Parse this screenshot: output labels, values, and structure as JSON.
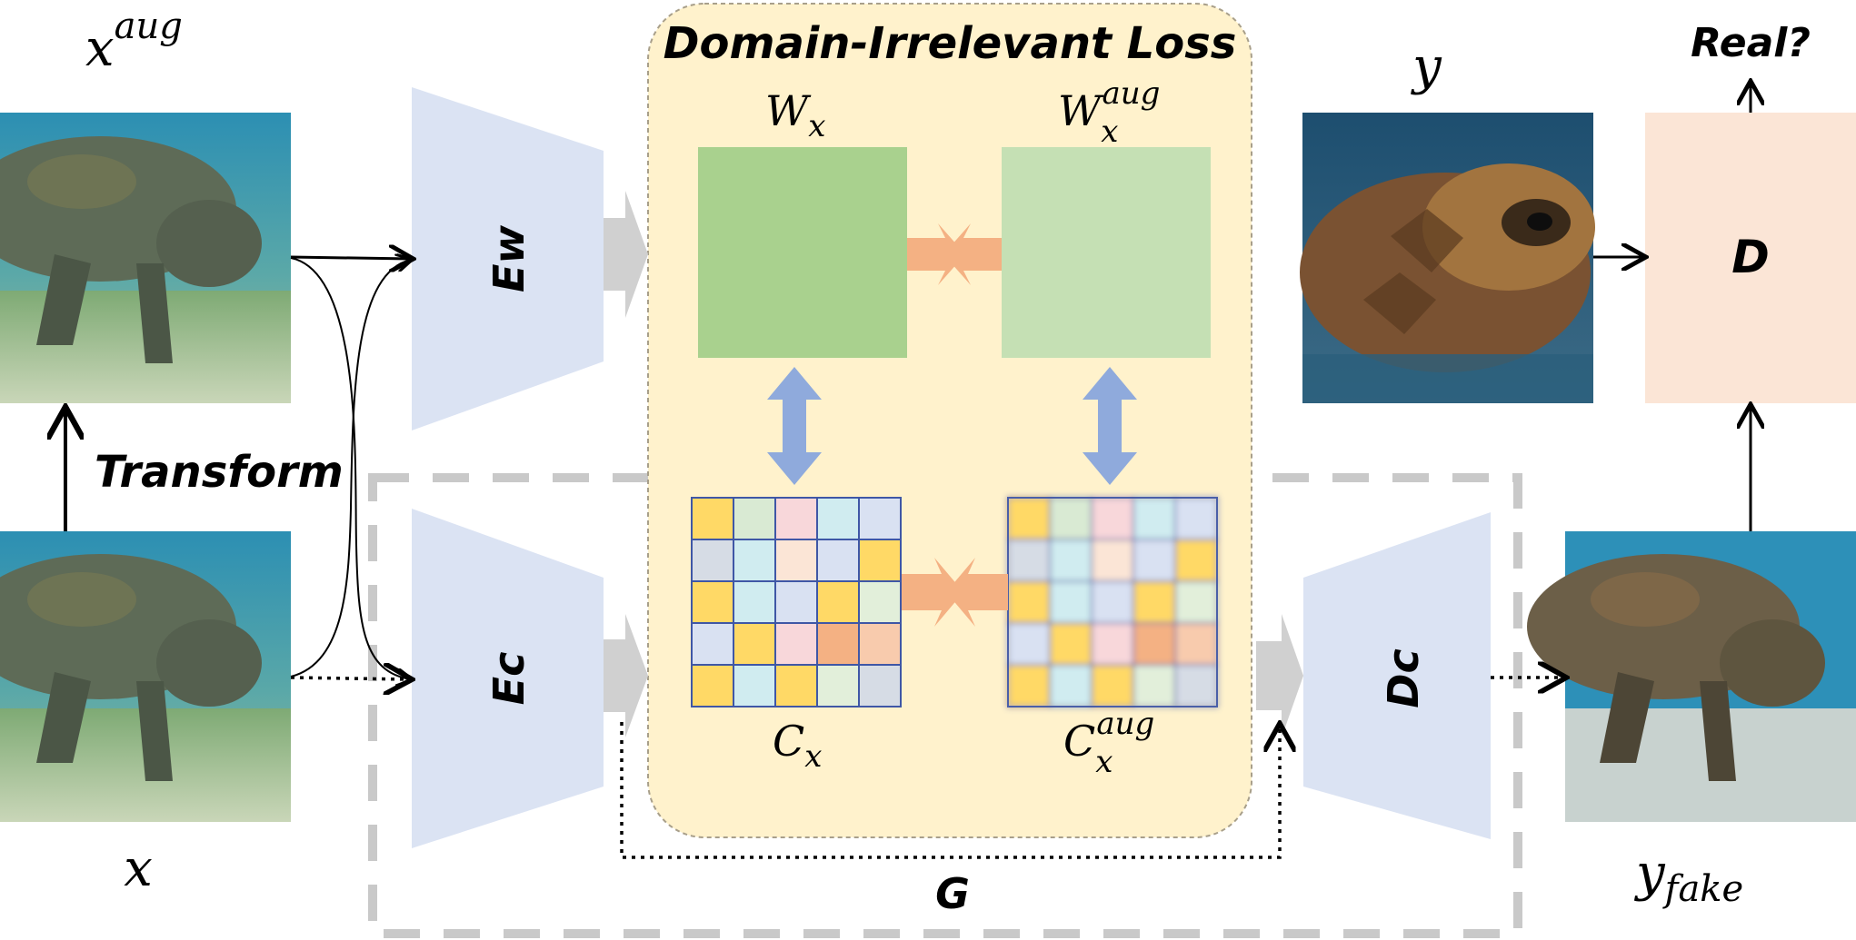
{
  "title": "Domain-Irrelevant Loss",
  "labels": {
    "x_aug": "x",
    "x_aug_sup": "aug",
    "x": "x",
    "transform": "Transform",
    "encoder_w": "Ew",
    "encoder_c": "Ec",
    "decoder_c": "Dc",
    "w_x": "W",
    "w_x_sub": "x",
    "w_x_aug": "W",
    "w_x_aug_sub": "x",
    "w_x_aug_sup": "aug",
    "c_x": "C",
    "c_x_sub": "x",
    "c_x_aug": "C",
    "c_x_aug_sub": "x",
    "c_x_aug_sup": "aug",
    "y": "y",
    "y_fake": "y",
    "y_fake_sub": "fake",
    "discriminator": "D",
    "real_question": "Real?",
    "generator": "G"
  },
  "colors": {
    "encoder_fill": "#dbe3f3",
    "loss_box_fill": "#fff2cc",
    "loss_box_border": "#b0a58a",
    "w_x_fill": "#a9d18e",
    "w_x_aug_fill": "#c5e0b4",
    "blue_arrow": "#8faadc",
    "orange_arrow": "#f4b183",
    "disc_fill": "#fbe5d6",
    "dashed_border": "#c9c9c9",
    "gray_arrow": "#d0d0d0"
  },
  "content_grid": {
    "cells": [
      [
        "#ffd966",
        "#d9ead3",
        "#f8d7da",
        "#d0ecf0",
        "#d9e1f2"
      ],
      [
        "#d6dce5",
        "#d0ecf0",
        "#fbe5d6",
        "#d9e1f2",
        "#ffd966"
      ],
      [
        "#ffd966",
        "#d0ecf0",
        "#d9e1f2",
        "#ffd966",
        "#e2efda"
      ],
      [
        "#d9e1f2",
        "#ffd966",
        "#f8d7da",
        "#f4b183",
        "#f8cbad"
      ],
      [
        "#ffd966",
        "#d0ecf0",
        "#ffd966",
        "#e2efda",
        "#d6dce5"
      ]
    ]
  }
}
